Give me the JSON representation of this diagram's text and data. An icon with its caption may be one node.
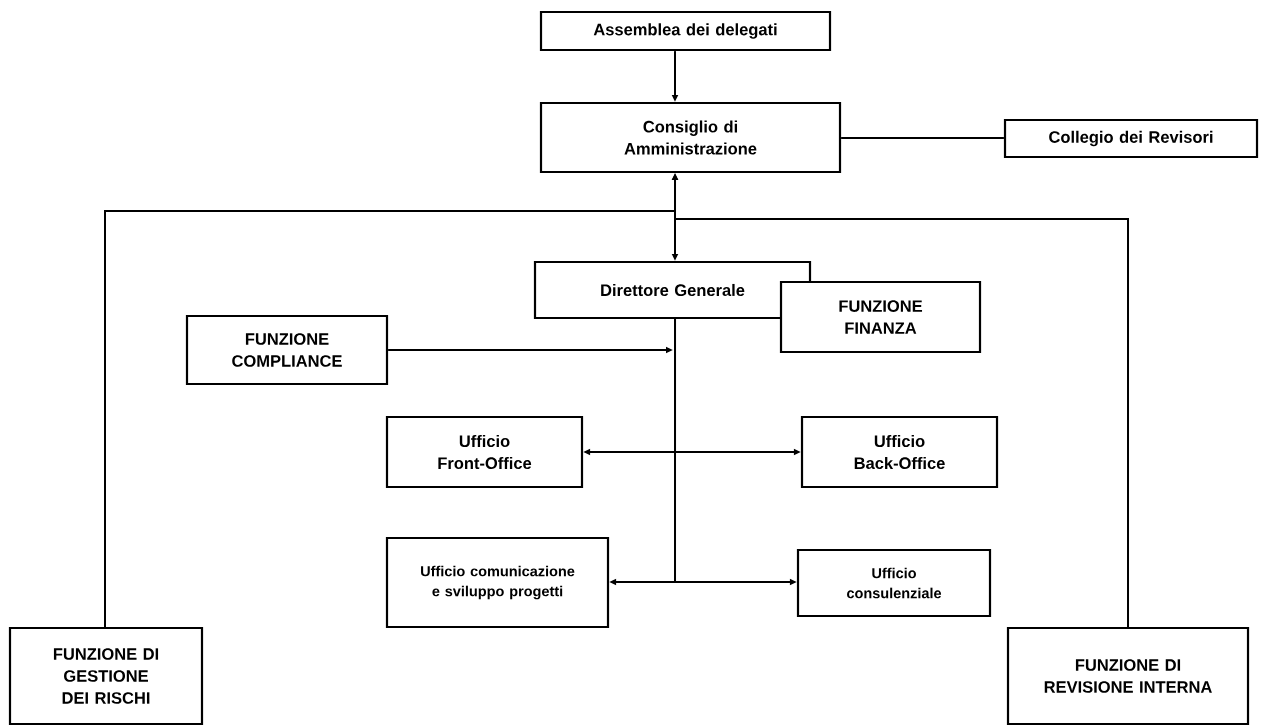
{
  "diagram": {
    "nodes": [
      {
        "text": [
          "Assemblea dei delegati"
        ]
      },
      {
        "text": [
          "Consiglio di Amministrazione"
        ]
      },
      {
        "text": [
          "Collegio dei Revisori"
        ]
      },
      {
        "text": [
          "Direttore Generale"
        ]
      },
      {
        "text": [
          "FUNZIONE FINANZA"
        ]
      },
      {
        "text": [
          "FUNZIONE COMPLIANCE"
        ]
      },
      {
        "text": [
          "Ufficio Front-Office"
        ]
      },
      {
        "text": [
          "Ufficio Back-Office"
        ]
      },
      {
        "text": [
          "Ufficio comunicazione e sviluppo progetti"
        ]
      },
      {
        "text": [
          "Ufficio consulenziale"
        ]
      },
      {
        "text": [
          "FUNZIONE DI GESTIONE DEI RISCHI"
        ]
      },
      {
        "text": [
          "FUNZIONE DI REVISIONE INTERNA"
        ]
      }
    ],
    "edges": [
      {
        "from": 0,
        "to": 1,
        "arrow": "to"
      },
      {
        "from": 1,
        "to": 2,
        "arrow": "none"
      },
      {
        "from": 1,
        "to": 3,
        "arrow": "to"
      },
      {
        "from": 10,
        "to": 1,
        "arrow": "to"
      },
      {
        "from": 11,
        "to": 1,
        "arrow": "to"
      },
      {
        "from": 5,
        "to": 3,
        "arrow": "to"
      },
      {
        "from": 3,
        "to": 6,
        "arrow": "to"
      },
      {
        "from": 3,
        "to": 7,
        "arrow": "to"
      },
      {
        "from": 3,
        "to": 8,
        "arrow": "to"
      },
      {
        "from": 3,
        "to": 9,
        "arrow": "to"
      }
    ]
  }
}
